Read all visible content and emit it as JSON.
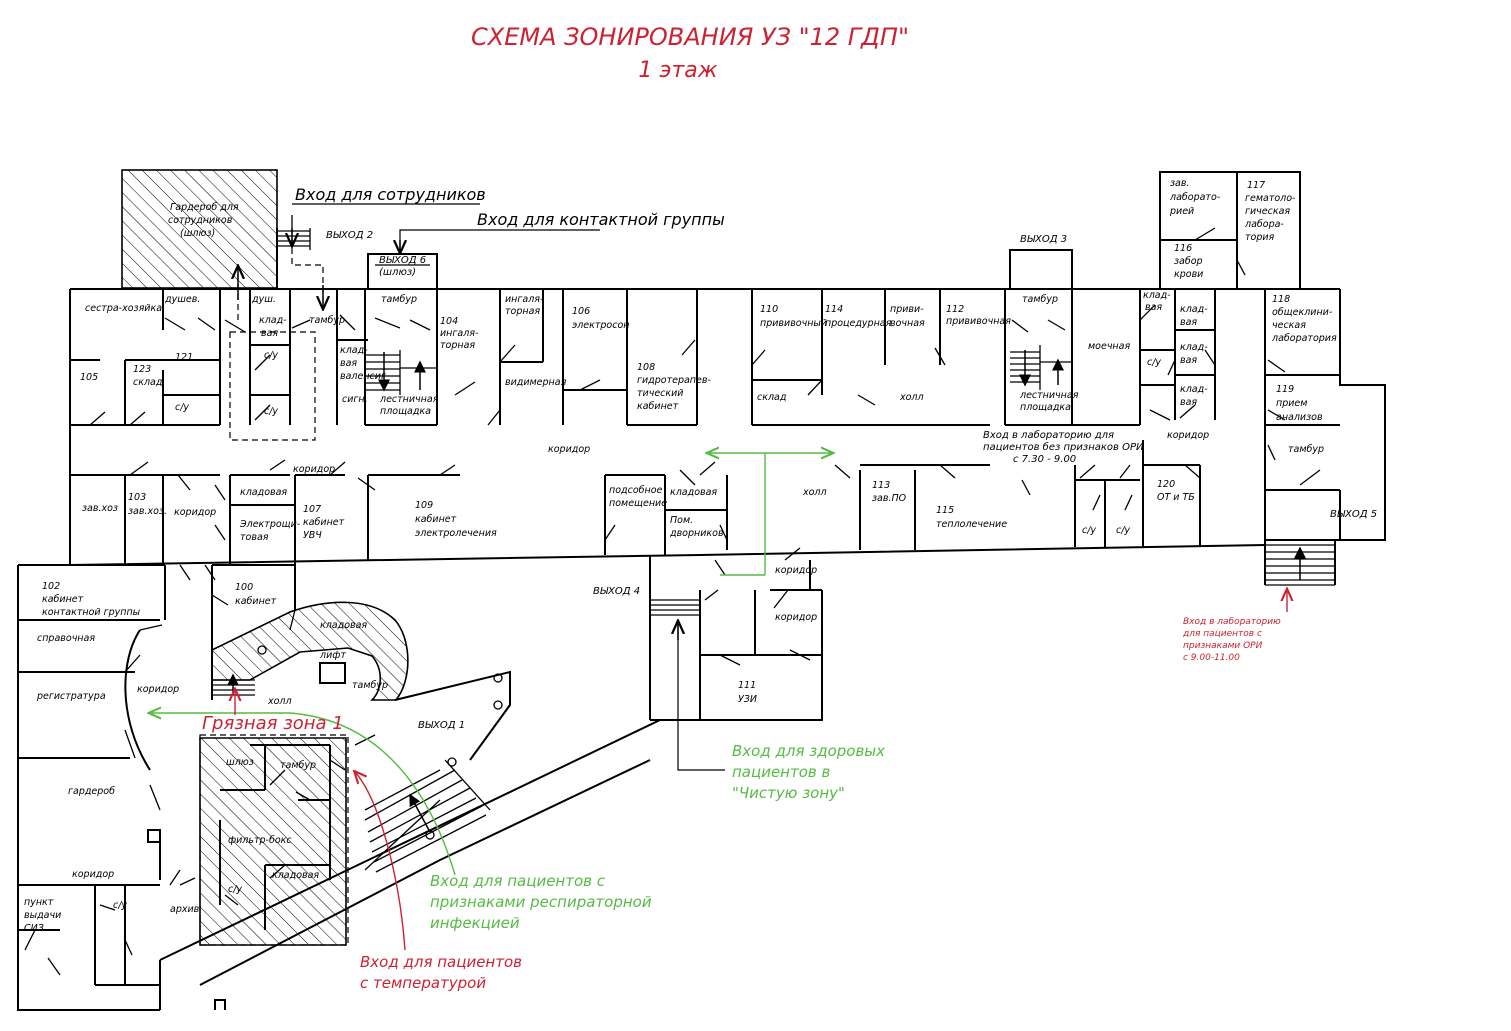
{
  "title": {
    "line1": "СХЕМА ЗОНИРОВАНИЯ УЗ \"12 ГДП\"",
    "line2": "1 этаж"
  },
  "colors": {
    "red": "#cc2233",
    "green": "#55bb44",
    "walls": "#000000"
  },
  "annotations": {
    "staff_entrance": "Вход для сотрудников",
    "contact_group_entrance": "Вход для контактной группы",
    "dirty_zone": "Грязная зона 1",
    "healthy_l1": "Вход для здоровых",
    "healthy_l2": "пациентов в",
    "healthy_l3": "\"Чистую зону\"",
    "resp_l1": "Вход для пациентов с",
    "resp_l2": "признаками респираторной",
    "resp_l3": "инфекцией",
    "temp_l1": "Вход для пациентов",
    "temp_l2": "с температурой",
    "lab_noari_l1": "Вход в лабораторию для",
    "lab_noari_l2": "пациентов без признаков ОРИ",
    "lab_noari_l3": "с 7.30 - 9.00",
    "lab_ari_l1": "Вход в лабораторию",
    "lab_ari_l2": "для пациентов с",
    "lab_ari_l3": "признаками ОРИ",
    "lab_ari_l4": "с 9.00-11.00"
  },
  "exits": {
    "exit1": "ВЫХОД 1",
    "exit2": "ВЫХОД 2",
    "exit3": "ВЫХОД 3",
    "exit4": "ВЫХОД 4",
    "exit5": "ВЫХОД 5",
    "exit6_l1": "ВЫХОД 6",
    "exit6_l2": "(шлюз)"
  },
  "rooms": {
    "wardrobe_staff_l1": "Гардероб для",
    "wardrobe_staff_l2": "сотрудников",
    "wardrobe_staff_l3": "(шлюз)",
    "sestra": "сестра-хозяйка",
    "dush1": "душев.",
    "dush2": "душ.",
    "kladovaya_a_l1": "клад-",
    "kladovaya_a_l2": "вая",
    "tambur1": "тамбур",
    "tambur2": "тамбур",
    "kladovaya_b_l1": "клад-",
    "kladovaya_b_l2": "вая",
    "kladovaya_b_l3": "валенсиг",
    "signal": "сигн.",
    "r104_l1": "104",
    "r104_l2": "ингаля-",
    "r104_l3": "торная",
    "stair1_l1": "лестничная",
    "stair1_l2": "площадка",
    "inh_l1": "ингаля-",
    "inh_l2": "торная",
    "r106_l1": "106",
    "r106_l2": "электросон",
    "vidim": "видимерная",
    "r108_l1": "108",
    "r108_l2": "гидротерапев-",
    "r108_l3": "тический",
    "r108_l4": "кабинет",
    "r110_l1": "110",
    "r110_l2": "прививочный",
    "r114_l1": "114",
    "r114_l2": "процедурная",
    "priv_l1": "приви-",
    "priv_l2": "вочная",
    "r112_l1": "112",
    "r112_l2": "прививочная",
    "sklad1": "склад",
    "holl1": "холл",
    "tambur3": "тамбур",
    "moechnaya": "моечная",
    "stair2_l1": "лестничная",
    "stair2_l2": "площадка",
    "r105": "105",
    "r123_l1": "123",
    "r123_l2": "склад",
    "r121": "121",
    "su1": "с/у",
    "su2": "с/у",
    "su3": "с/у",
    "koridor1": "коридор",
    "koridor2": "коридор",
    "zavhoz1": "зав.хоз",
    "r103_l1": "103",
    "r103_l2": "зав.хоз.",
    "koridor3": "коридор",
    "kladovaya_c": "кладовая",
    "elektrosch_l1": "Электрощи-",
    "elektrosch_l2": "товая",
    "r107_l1": "107",
    "r107_l2": "кабинет",
    "r107_l3": "УВЧ",
    "r109_l1": "109",
    "r109_l2": "кабинет",
    "r109_l3": "электролечения",
    "podsob_l1": "подсобное",
    "podsob_l2": "помещение",
    "kladovaya_d": "кладовая",
    "pom_dv_l1": "Пом.",
    "pom_dv_l2": "дворников",
    "holl2": "холл",
    "r113_l1": "113",
    "r113_l2": "зав.ПО",
    "r115_l1": "115",
    "r115_l2": "теплолечение",
    "su4": "с/у",
    "su5": "с/у",
    "r120_l1": "120",
    "r120_l2": "ОТ и ТБ",
    "koridor4": "коридор",
    "koridor5": "коридор",
    "koridor6": "коридор",
    "r111_l1": "111",
    "r111_l2": "УЗИ",
    "zavlab_l1": "зав.",
    "zavlab_l2": "лаборато-",
    "zavlab_l3": "рией",
    "r117_l1": "117",
    "r117_l2": "гематоло-",
    "r117_l3": "гическая",
    "r117_l4": "лабора-",
    "r117_l5": "тория",
    "r116_l1": "116",
    "r116_l2": "забор",
    "r116_l3": "крови",
    "kl_e_l1": "клад-",
    "kl_e_l2": "вая",
    "kl_f_l1": "клад-",
    "kl_f_l2": "вая",
    "kl_g_l1": "клад-",
    "kl_g_l2": "вая",
    "kl_h_l1": "клад-",
    "kl_h_l2": "вая",
    "su6": "с/у",
    "r118_l1": "118",
    "r118_l2": "общеклини-",
    "r118_l3": "ческая",
    "r118_l4": "лаборатория",
    "r119_l1": "119",
    "r119_l2": "прием",
    "r119_l3": "анализов",
    "tambur4": "тамбур",
    "koridor7": "коридор",
    "r102_l1": "102",
    "r102_l2": "кабинет",
    "r102_l3": "контактной группы",
    "spravochnaya": "справочная",
    "registratura": "регистратура",
    "koridor8": "коридор",
    "garderob": "гардероб",
    "r100_l1": "100",
    "r100_l2": "кабинет",
    "kladovaya_i": "кладовая",
    "lift": "лифт",
    "tambur5": "тамбур",
    "holl3": "холл",
    "shlyuz": "шлюз",
    "tambur6": "тамбур",
    "filtr": "фильтр-бокс",
    "su7": "с/у",
    "kladovaya_j": "кладовая",
    "koridor9": "коридор",
    "arhiv": "архив",
    "punkt_l1": "пункт",
    "punkt_l2": "выдачи",
    "punkt_l3": "СИЗ",
    "su8": "с/у"
  }
}
